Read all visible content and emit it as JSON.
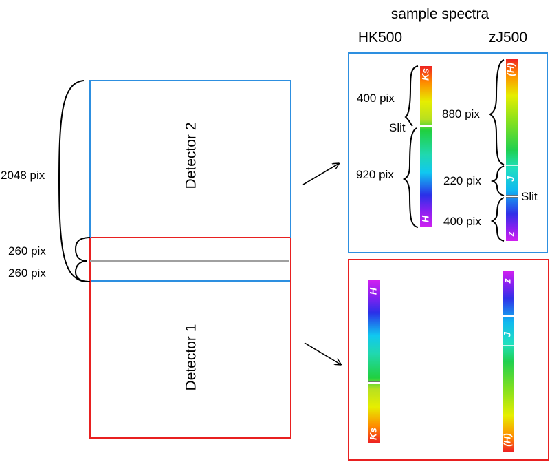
{
  "header": {
    "title": "sample spectra",
    "col_hk": "HK500",
    "col_zj": "zJ500"
  },
  "detectors": {
    "det2": "Detector 2",
    "det1": "Detector 1"
  },
  "dimensions": {
    "total": "2048 pix",
    "overlap_top": "260 pix",
    "overlap_bottom": "260 pix"
  },
  "hk500": {
    "upper_length": "400 pix",
    "slit": "Slit",
    "lower_length": "920 pix",
    "band_ks": "Ks",
    "band_h": "H"
  },
  "zj500": {
    "upper_length": "880 pix",
    "mid_length": "220 pix",
    "slit": "Slit",
    "lower_length": "400 pix",
    "band_h_paren": "(H)",
    "band_j": "J",
    "band_z": "z"
  },
  "colors": {
    "detector2": "#2d8fe0",
    "detector1": "#e82020",
    "divider": "#a0a0a0"
  }
}
